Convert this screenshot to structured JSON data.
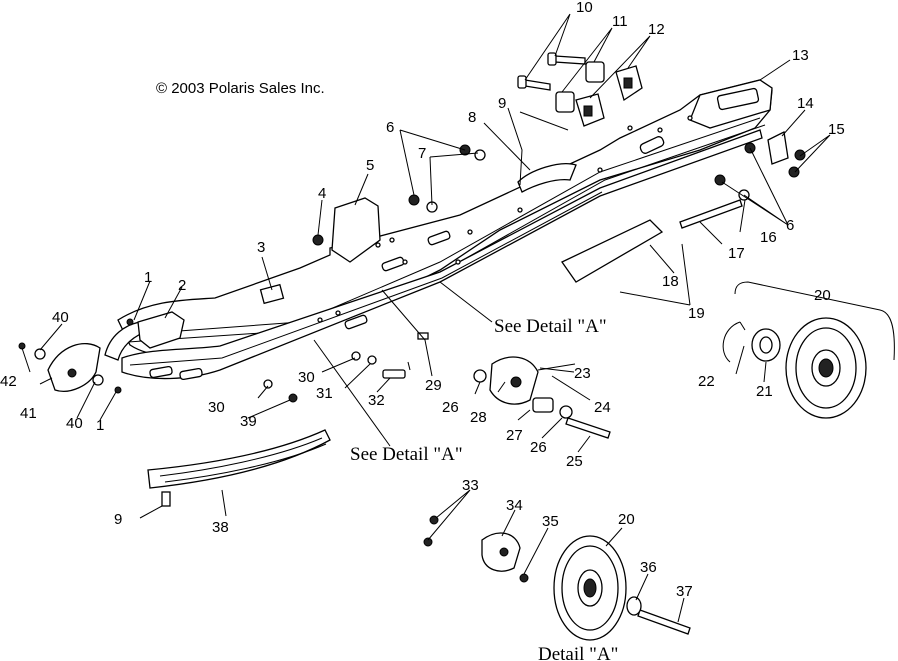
{
  "copyright": "© 2003 Polaris Sales Inc.",
  "callouts": {
    "see_detail_upper": "See Detail \"A\"",
    "see_detail_lower": "See Detail \"A\"",
    "detail_title": "Detail \"A\""
  },
  "part_numbers": [
    "1",
    "2",
    "3",
    "4",
    "5",
    "6",
    "7",
    "8",
    "9",
    "10",
    "11",
    "12",
    "13",
    "14",
    "15",
    "16",
    "17",
    "18",
    "19",
    "20",
    "21",
    "22",
    "23",
    "24",
    "25",
    "26",
    "27",
    "28",
    "29",
    "30",
    "31",
    "32",
    "33",
    "34",
    "35",
    "36",
    "37",
    "38",
    "39",
    "40",
    "41",
    "42"
  ]
}
